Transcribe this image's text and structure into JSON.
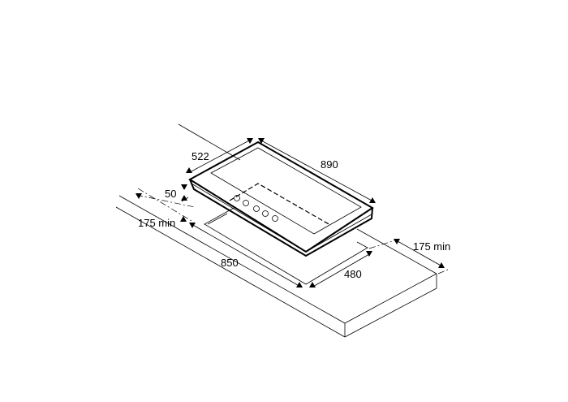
{
  "dimensions": {
    "hob_depth": "522",
    "hob_width": "890",
    "hob_height": "50",
    "clearance_back": "175 min",
    "cutout_width": "850",
    "cutout_depth": "480",
    "clearance_side": "175 min"
  },
  "colors": {
    "line": "#000000",
    "background": "#ffffff"
  }
}
